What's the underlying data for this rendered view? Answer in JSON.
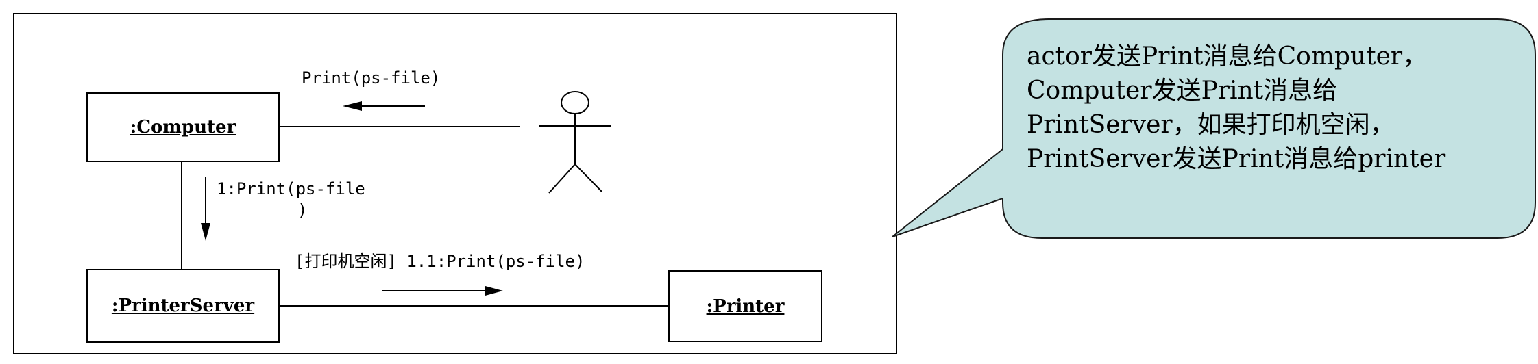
{
  "diagram": {
    "objects": {
      "computer": ":Computer",
      "printer_server": ":PrinterServer",
      "printer": ":Printer"
    },
    "messages": {
      "actor_to_computer": "Print(ps-file)",
      "computer_to_server_line1": "1:Print(ps-file",
      "computer_to_server_line2": ")",
      "server_to_printer": "[打印机空闲] 1.1:Print(ps-file)"
    }
  },
  "callout": {
    "lines": [
      "actor发送Print消息给Computer，",
      "Computer发送Print消息给",
      "PrintServer，如果打印机空闲，",
      "PrintServer发送Print消息给printer"
    ],
    "fill_color": "#c4e2e2",
    "border_color": "#1a1a1a"
  }
}
